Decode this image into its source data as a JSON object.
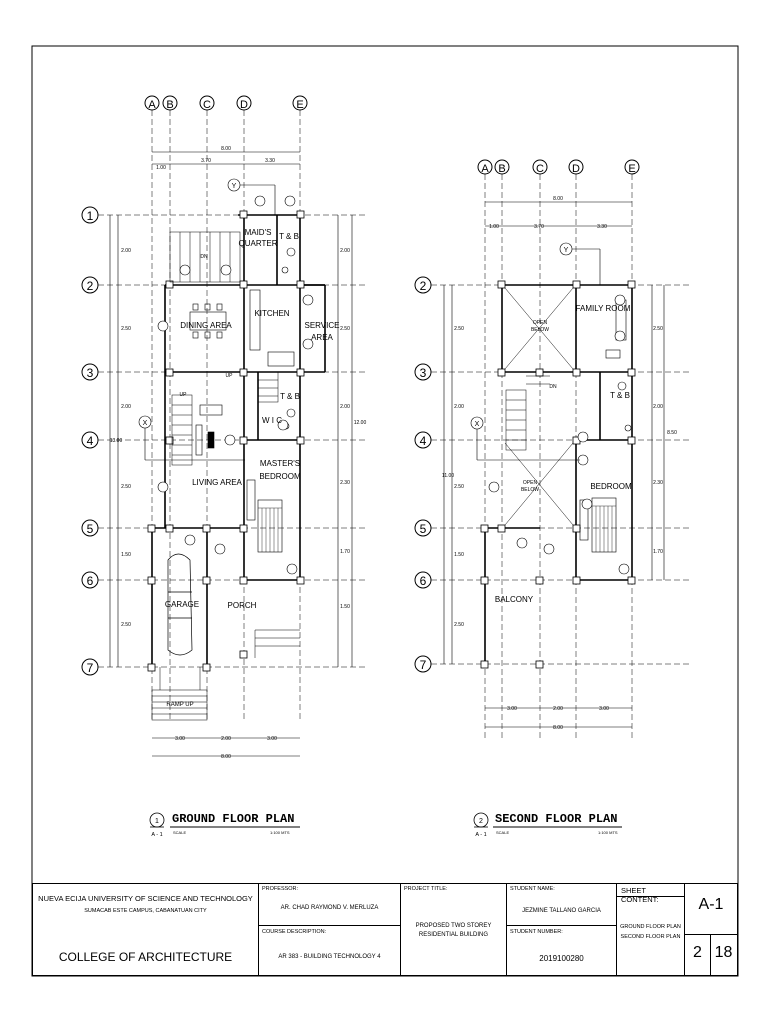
{
  "grid": {
    "columns": [
      "A",
      "B",
      "C",
      "D",
      "E"
    ],
    "rows_ground": [
      "1",
      "2",
      "3",
      "4",
      "5",
      "6",
      "7"
    ],
    "rows_second": [
      "2",
      "3",
      "4",
      "5",
      "6",
      "7"
    ]
  },
  "ground_floor": {
    "title": "GROUND FLOOR PLAN",
    "number": "1",
    "sheet_ref": "A - 1",
    "scale_label": "SCALE",
    "scale_value": "1:100 MTS",
    "rooms": {
      "maids_quarter_1": "MAID'S",
      "maids_quarter_2": "QUARTER",
      "tb_top": "T & B",
      "kitchen": "KITCHEN",
      "dining_area": "DINING AREA",
      "service_area_1": "SERVICE",
      "service_area_2": "AREA",
      "tb_mid": "T & B",
      "wic": "W I C",
      "living_area": "LIVING AREA",
      "masters_bedroom_1": "MASTER'S",
      "masters_bedroom_2": "BEDROOM",
      "garage": "GARAGE",
      "porch": "PORCH",
      "ramp_up": "RAMP UP",
      "dn": "DN",
      "up": "UP",
      "up2": "UP"
    },
    "dims_top": {
      "overall": "8.00",
      "left": "1.00",
      "mid": "3.70",
      "right": "3.30"
    },
    "dims_bottom": {
      "overall": "8.00",
      "a": "3.00",
      "b": "2.00",
      "c": "3.00"
    },
    "dims_left": [
      "2.00",
      "2.50",
      "2.00",
      "2.50",
      "1.50",
      "2.50"
    ],
    "dims_left_overall": "13.00",
    "dims_right": [
      "2.00",
      "2.50",
      "2.00",
      "2.30",
      "1.70",
      "1.50"
    ],
    "dims_right_overall": "12.00",
    "marker_x": "X",
    "marker_y": "Y"
  },
  "second_floor": {
    "title": "SECOND FLOOR PLAN",
    "number": "2",
    "sheet_ref": "A - 1",
    "scale_label": "SCALE",
    "scale_value": "1:100 MTS",
    "rooms": {
      "open_below_1a": "OPEN",
      "open_below_1b": "BELOW",
      "family_room": "FAMILY ROOM",
      "tb": "T & B",
      "open_below_2a": "OPEN",
      "open_below_2b": "BELOW",
      "bedroom": "BEDROOM",
      "balcony": "BALCONY",
      "dn": "DN"
    },
    "dims_top": {
      "overall": "8.00",
      "left": "1.00",
      "mid": "3.70",
      "right": "3.30"
    },
    "dims_bottom": {
      "overall": "8.00",
      "a": "3.00",
      "b": "2.00",
      "c": "3.00"
    },
    "dims_left": [
      "2.50",
      "2.00",
      "2.50",
      "1.50",
      "2.50"
    ],
    "dims_left_overall": "11.00",
    "dims_right": [
      "2.50",
      "2.00",
      "2.30",
      "1.70"
    ],
    "dims_right_overall": "8.50",
    "marker_x": "X",
    "marker_y": "Y"
  },
  "title_block": {
    "university": "NUEVA ECIJA UNIVERSITY OF SCIENCE AND TECHNOLOGY",
    "campus": "SUMACAB ESTE CAMPUS, CABANATUAN CITY",
    "college": "COLLEGE OF ARCHITECTURE",
    "professor_label": "PROFESSOR:",
    "professor": "AR. CHAD RAYMOND V. MERLUZA",
    "course_label": "COURSE DESCRIPTION:",
    "course": "AR 383 - BUILDING TECHNOLOGY 4",
    "project_label": "PROJECT TITLE:",
    "project_1": "PROPOSED TWO STOREY",
    "project_2": "RESIDENTIAL BUILDING",
    "student_name_label": "STUDENT NAME:",
    "student_name": "JEZMINE TALLANO GARCIA",
    "student_number_label": "STUDENT NUMBER:",
    "student_number": "2019100280",
    "sheet_content_label": "SHEET CONTENT:",
    "sheet_content_1": "GROUND FLOOR PLAN",
    "sheet_content_2": "SECOND FLOOR PLAN",
    "sheet_id": "A-1",
    "sheet_no": "2",
    "sheet_total": "18"
  }
}
